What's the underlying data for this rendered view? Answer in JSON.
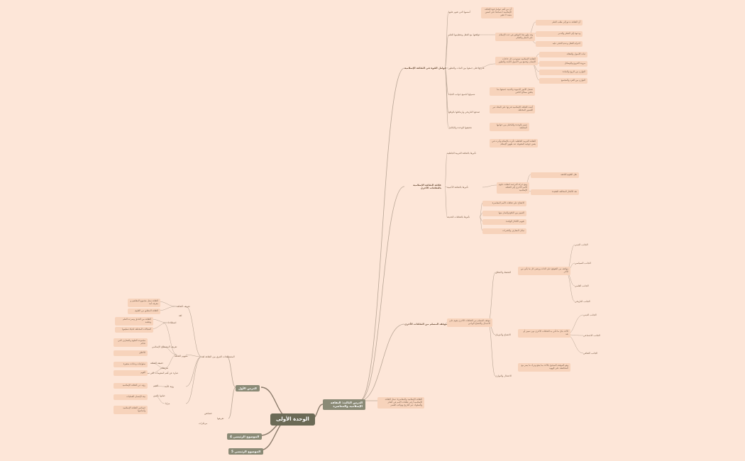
{
  "root": "الوحدة الأولى",
  "main_topics": [
    "الدرس الأول",
    "الموضوع الرئيسي 4",
    "الموضوع الرئيسي 5",
    "الدرس الثالث: الثقافة الإسلامية والمعاصرة"
  ],
  "lesson1": {
    "branches": [
      "المصطلحات الفرق بين الثقافة لغة",
      "تعريفها",
      "خصائص",
      "مرتكزات"
    ],
    "items": [
      "تعريف الثقافة",
      "الثقافة تمثل مجموع المفاهيم و معرفة أمة",
      "الثقافة المتعلق من العلوم",
      "لغة",
      "اصطلاحا",
      "الثقافة من الحذق وسرعة العلم وتعلمه",
      "المجالات المختلفة لحياة تنظيمها",
      "مفهوم الثقافة",
      "تعريف المصطلح الإسلامي",
      "مجموعة العلوم والمعارف التي تحكم",
      "تعريفات",
      "الأخلاق",
      "حقيقة الثقافة",
      "سلوكيات وعادات متغيرة",
      "عبارة عن أهم المقومات التي تميز",
      "رؤية الأمة",
      "الفهم",
      "القيم",
      "رؤية عن الثقافة الإسلامية",
      "صلتها بالدين",
      "مزايا",
      "بيئة الإنسان العمليات",
      "خصائص الثقافة الإسلامية وأساسها"
    ]
  },
  "lesson3": {
    "intro": "الثقافة الإسلامية والمعاصرة: تمثل الثقافة الإسلامية أرقى ثقافات الأمم في الفكر والسلوك عبر التاريخ وتواكب العصر",
    "branches": [
      "عوامل القوة في الثقافة الإسلامية",
      "علاقة الثقافة الإسلامية بالثقافات الأخرى",
      "موقف المسلم من الثقافات الأخرى"
    ],
    "strength": [
      {
        "label": "أسسها التي تقوم عليها",
        "desc": "أن من أهم عوامل قوة الثقافة الإسلامية اعتمادها على أسس متينة لا تتغير"
      },
      {
        "label": "توافقها مع العقل وتعظيمها للعلم",
        "desc": "وقد ظهر هذا التوافق في حث الإسلام على النظر والتفكر",
        "subs": [
          "أن الثقافة تدعو إلى طلب العلم",
          "ودعوة إلى التفكر والتدبر",
          "احترام العقل وعدم الحجر عليه"
        ]
      },
      {
        "label": "قدرتها على جمعها بين الثبات والتطور",
        "desc": "الثقافة الإسلامية تستوعب كل حاجات الإنسان وتجمع بين الأصول الثابتة والتطور",
        "subs": [
          "ثبات الأصول والعقائد",
          "مرونة الفروع والوسائل",
          "التوازن بين الروح والمادة",
          "التوازن بين الفرد والمجتمع"
        ]
      },
      {
        "label": "شمولها لجميع جوانب الحياة",
        "desc": "تشمل الأمور الدنيوية والدينية جميعها بما يحقق مصالح الناس"
      },
      {
        "label": "صدقها التاريخي وارتباطها بالواقع",
        "desc": "أثبتت الثقافة الإسلامية قدرتها على البقاء عبر العصور المختلفة"
      },
      {
        "label": "تحقيقها للوحدة والتكامل",
        "desc": "تتميز بالوحدة والتكامل بين جوانبها المختلفة"
      }
    ],
    "relation": [
      {
        "label": "تأثيرها بالثقافة العربية الجاهلية",
        "desc": "الثقافة العربية الجاهلية تأثرت بالإسلام وأثرت في بعض جوانبه المقبولة عند ظهور الإسلام"
      },
      {
        "label": "تأثيرها بالثقافة الأجنبية",
        "desc": "ومع حركة الترجمة انتقلت علوم الأمم الأخرى إلى الثقافة الإسلامية",
        "subs": [
          "نقل العلوم النافعة",
          "نقد الأفكار المخالفة للعقيدة"
        ]
      },
      {
        "label": "تأثيرها بالثقافات الحديثة",
        "subs": [
          "الانفتاح على ثقافات الأمم المعاصرة",
          "التمييز بين النافع والضار منها",
          "تقويم الأفكار الوافدة",
          "تبادل المعارف والخبرات"
        ]
      }
    ],
    "stance": {
      "desc": "موقف المسلم من الثقافات الأخرى يقوم على الاعتدال والانفتاح الواعي",
      "groups": [
        {
          "label": "التحفظ والانغلاق",
          "desc": "مواقف من التقوقع على الذات ورفض كل ما يأتي من الآخر",
          "subs": [
            "الجانب الديني",
            "الجانب السياسي",
            "الجانب العلمي",
            "الجانب التاريخي"
          ]
        },
        {
          "label": "الانفتاح والذوبان",
          "desc": "الأخذ بكل ما تأتي به الثقافات الأخرى دون تمييز أو نقد",
          "subs": [
            "الجانب الديني",
            "الجانب الاجتماعي",
            "الجانب الثقافي"
          ]
        },
        {
          "label": "الاعتدال والتوازن",
          "desc": "وهو الموقف الصحيح بالأخذ بما ينفع وترك ما يضر مع المحافظة على الهوية"
        }
      ]
    }
  }
}
